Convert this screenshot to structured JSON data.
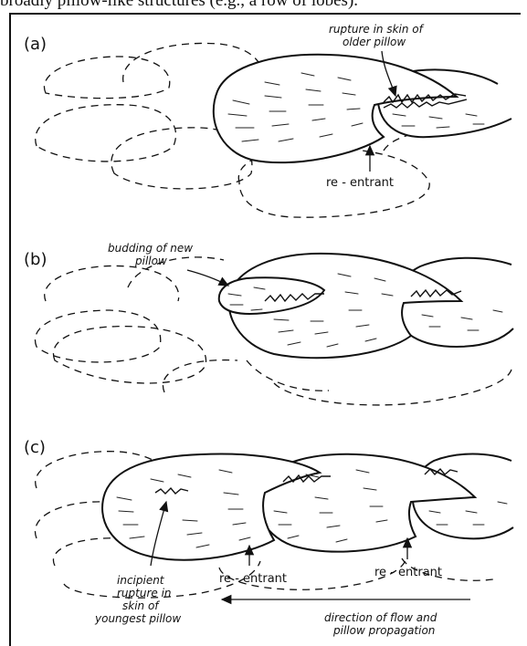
{
  "caption_fragment": "broadly pillow-like structures (e.g., a row of lobes).",
  "panels": [
    {
      "label": "(a)",
      "annotations": {
        "rupture": [
          "rupture in skin of",
          "older pillow"
        ],
        "reentrant": "re - entrant"
      }
    },
    {
      "label": "(b)",
      "annotations": {
        "budding": [
          "budding of new",
          "pillow"
        ]
      }
    },
    {
      "label": "(c)",
      "annotations": {
        "reentrant_1": "re - entrant",
        "reentrant_2": "re - entrant",
        "incipient": [
          "incipient",
          "rupture in",
          "skin of",
          "youngest pillow"
        ],
        "flow": [
          "direction of flow and",
          "pillow propagation"
        ]
      }
    }
  ]
}
